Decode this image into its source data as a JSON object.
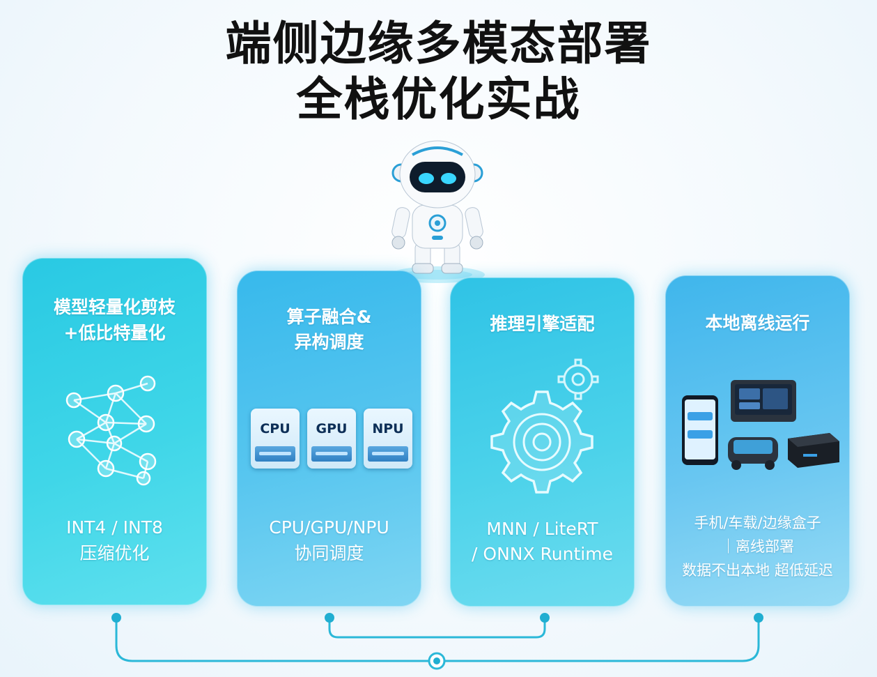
{
  "title": {
    "line1": "端侧边缘多模态部署",
    "line2": "全栈优化实战"
  },
  "cards": [
    {
      "heading": [
        "模型轻量化剪枝",
        "+低比特量化"
      ],
      "icon": "neural-network-icon",
      "footer": [
        "INT4 / INT8",
        "压缩优化"
      ]
    },
    {
      "heading": [
        "算子融合&",
        "异构调度"
      ],
      "icon": "processor-chips-icon",
      "chips": [
        "CPU",
        "GPU",
        "NPU"
      ],
      "footer": [
        "CPU/GPU/NPU",
        "协同调度"
      ]
    },
    {
      "heading": [
        "推理引擎适配"
      ],
      "icon": "gear-icon",
      "footer": [
        "MNN / LiteRT",
        "/ ONNX Runtime"
      ]
    },
    {
      "heading": [
        "本地离线运行"
      ],
      "icon": "edge-devices-icon",
      "footer": [
        "手机/车载/边缘盒子",
        "｜离线部署",
        "数据不出本地 超低延迟"
      ]
    }
  ],
  "colors": {
    "accent": "#2fc3e6",
    "connector": "#2bb8d8",
    "title": "#111111"
  }
}
